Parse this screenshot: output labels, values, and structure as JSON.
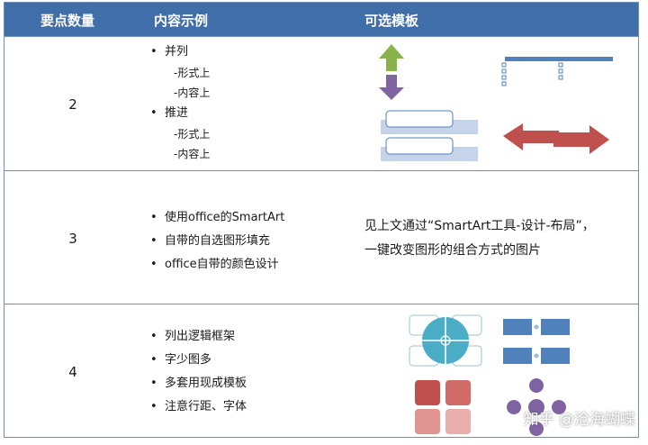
{
  "header": {
    "col1": "要点数量",
    "col2": "内容示例",
    "col3": "可选模板"
  },
  "rows": [
    {
      "count": "2",
      "items": [
        {
          "text": "并列",
          "subs": [
            "-形式上",
            "-内容上"
          ]
        },
        {
          "text": "推进",
          "subs": [
            "-形式上",
            "-内容上"
          ]
        }
      ]
    },
    {
      "count": "3",
      "items": [
        {
          "text": "使用office的SmartArt"
        },
        {
          "text": "自带的自选图形填充"
        },
        {
          "text": "office自带的颜色设计"
        }
      ],
      "note": [
        "见上文通过“SmartArt工具-设计-布局”，",
        "一键改变图形的组合方式的图片"
      ]
    },
    {
      "count": "4",
      "items": [
        {
          "text": "列出逻辑框架"
        },
        {
          "text": "字少图多"
        },
        {
          "text": "多套用现成模板"
        },
        {
          "text": "注意行距、字体"
        }
      ]
    }
  ],
  "watermark": "知乎 @沧海蝴蝶",
  "colors": {
    "header": "#3f6ea8",
    "green": "#8ab44b",
    "purple": "#8064a2",
    "red": "#c0504d",
    "blue": "#4f81bd",
    "teal": "#4bacc6"
  }
}
